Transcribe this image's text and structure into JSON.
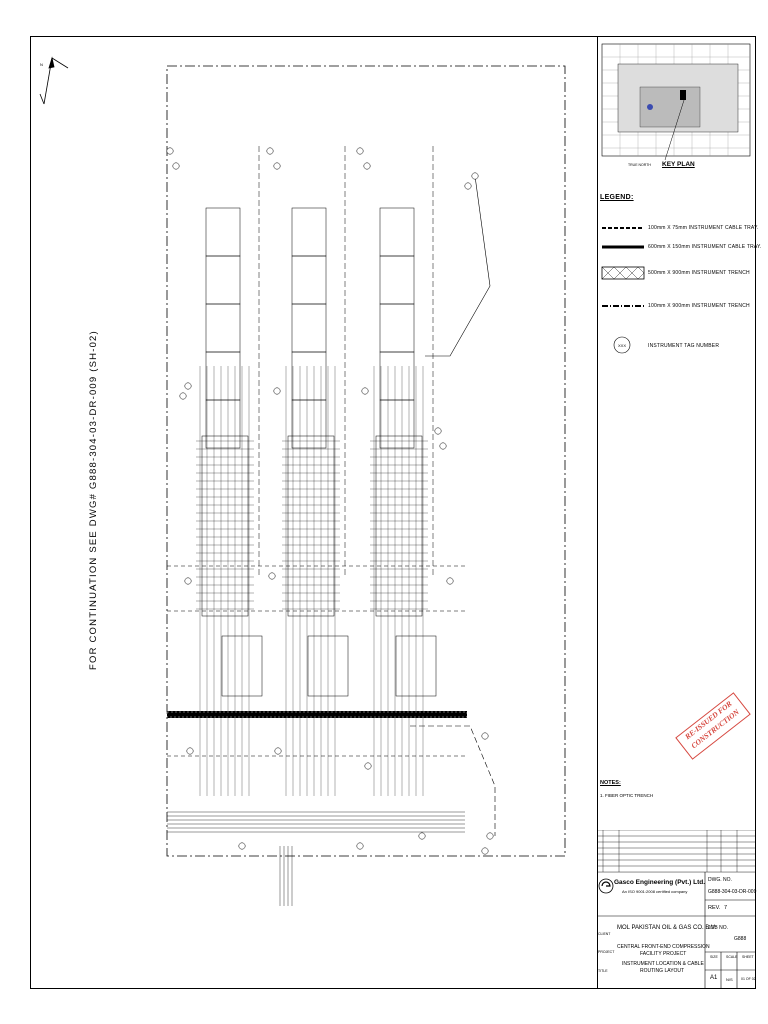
{
  "drawing": {
    "continuation_note": "FOR CONTINUATION SEE DWG# G888-304-03-DR-009 (SH-02)"
  },
  "keyplan": {
    "label": "KEY PLAN",
    "north_label": "TRUE NORTH"
  },
  "legend": {
    "title": "LEGEND:",
    "items": [
      {
        "label": "100mm X 75mm INSTRUMENT CABLE TRAY."
      },
      {
        "label": "600mm X 150mm INSTRUMENT CABLE TRAY."
      },
      {
        "label": "500mm X 900mm INSTRUMENT TRENCH"
      },
      {
        "label": "100mm X 900mm INSTRUMENT TRENCH"
      },
      {
        "label": "INSTRUMENT TAG NUMBER",
        "symbol_text": "XXX"
      }
    ]
  },
  "notes": {
    "title": "NOTES:",
    "items": [
      "1. FIBER OPTIC TRENCH"
    ]
  },
  "stamp": {
    "line1": "RE-ISSUED FOR",
    "line2": "CONSTRUCTION"
  },
  "title_block": {
    "company_name": "Gasco Engineering (Pvt.) Ltd.",
    "company_tagline": "An ISO 9001:2008 certified company",
    "dwg_no_label": "DWG. NO.",
    "dwg_no": "G888-304-03-DR-009",
    "rev_label": "REV.",
    "rev": "7",
    "client_label": "CLIENT",
    "client": "MOL PAKISTAN OIL & GAS CO. B.V.",
    "job_no_label": "JOB NO.",
    "job_no": "G888",
    "project_label": "PROJECT",
    "project_line1": "CENTRAL FRONT-END COMPRESSION",
    "project_line2": "FACILITY PROJECT",
    "title_label": "TITLE",
    "title_line1": "INSTRUMENT LOCATION & CABLE",
    "title_line2": "ROUTING LAYOUT",
    "size_label": "SIZE",
    "size": "A1",
    "scale_label": "SCALE",
    "scale": "N/S",
    "sheet_label": "SHEET",
    "sheet": "01 OF 02"
  },
  "colors": {
    "line": "#000000",
    "stamp": "#d2352c"
  }
}
